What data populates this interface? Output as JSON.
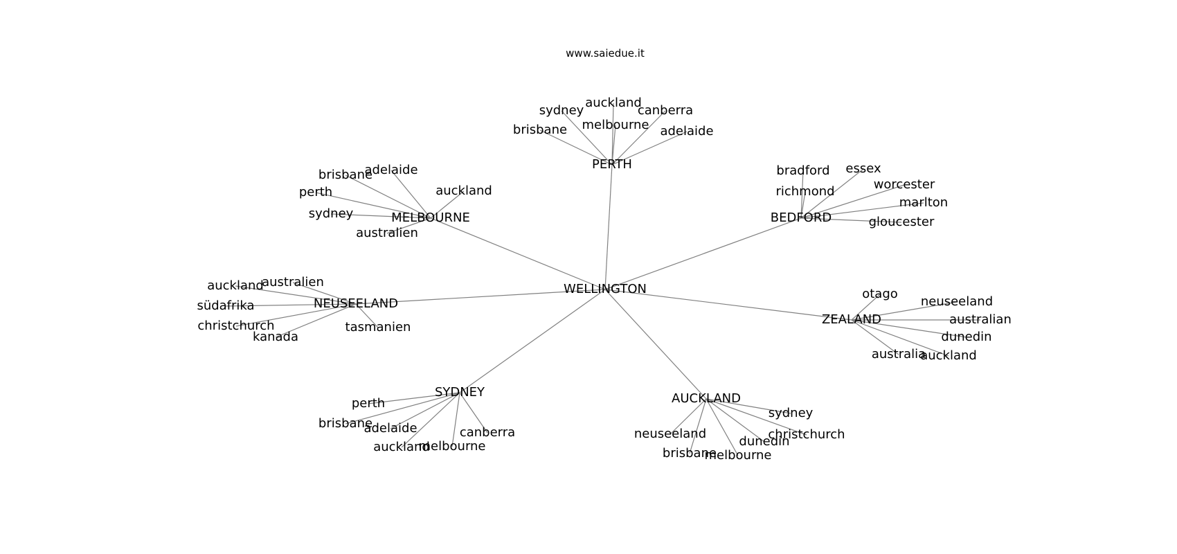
{
  "site": "www.saiedue.it",
  "root": "WELLINGTON",
  "hubs": [
    {
      "id": "perth",
      "label": "PERTH",
      "leaves": [
        "brisbane",
        "sydney",
        "auckland",
        "melbourne",
        "canberra",
        "adelaide"
      ]
    },
    {
      "id": "bedford",
      "label": "BEDFORD",
      "leaves": [
        "bradford",
        "richmond",
        "essex",
        "worcester",
        "marlton",
        "gloucester"
      ]
    },
    {
      "id": "melbourne",
      "label": "MELBOURNE",
      "leaves": [
        "brisbane",
        "adelaide",
        "auckland",
        "perth",
        "sydney",
        "australien"
      ]
    },
    {
      "id": "neuseeland",
      "label": "NEUSEELAND",
      "leaves": [
        "auckland",
        "australien",
        "südafrika",
        "christchurch",
        "kanada",
        "tasmanien"
      ]
    },
    {
      "id": "zealand",
      "label": "ZEALAND",
      "leaves": [
        "otago",
        "neuseeland",
        "australian",
        "dunedin",
        "auckland",
        "australia"
      ]
    },
    {
      "id": "sydney",
      "label": "SYDNEY",
      "leaves": [
        "perth",
        "brisbane",
        "adelaide",
        "auckland",
        "melbourne",
        "canberra"
      ]
    },
    {
      "id": "auckland",
      "label": "AUCKLAND",
      "leaves": [
        "neuseeland",
        "brisbane",
        "melbourne",
        "dunedin",
        "christchurch",
        "sydney"
      ]
    }
  ]
}
